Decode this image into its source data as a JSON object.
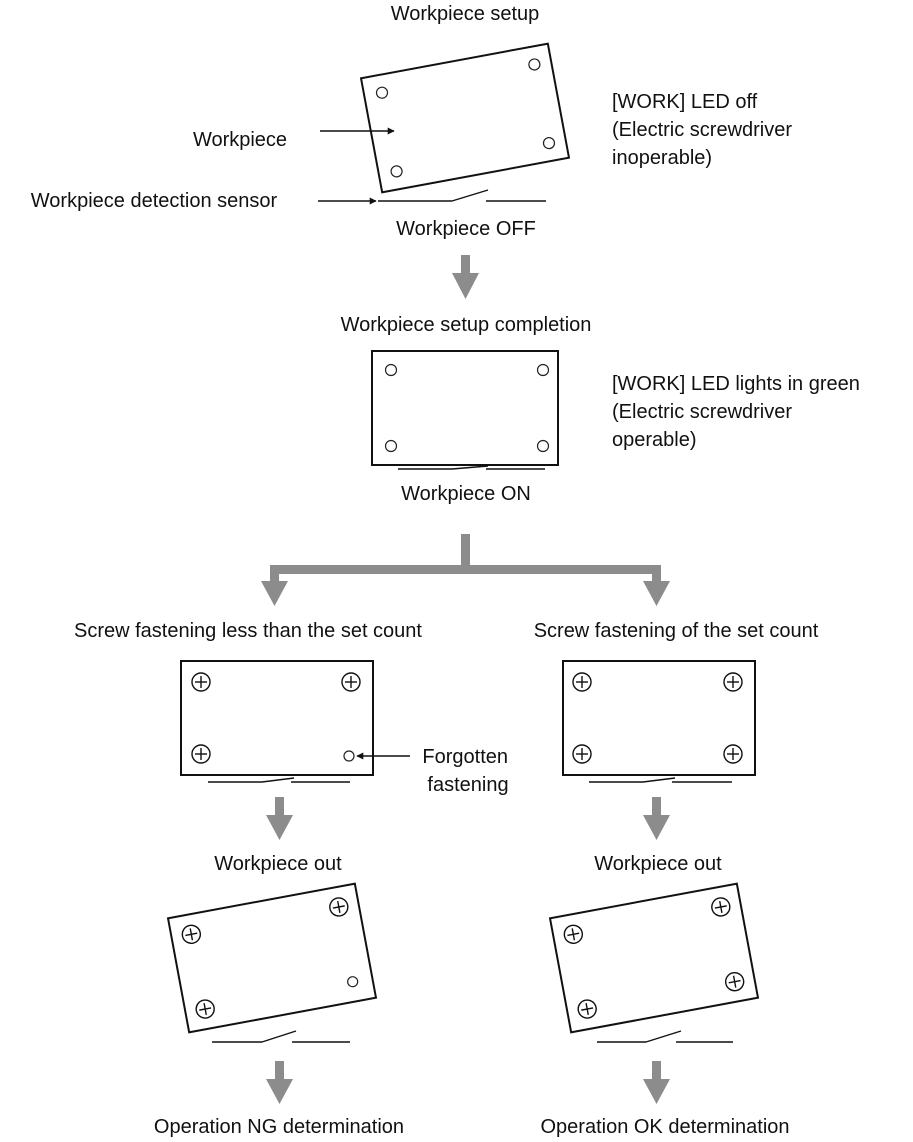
{
  "colors": {
    "flow_arrow": "#8c8c8c",
    "line": "#111111",
    "background": "#ffffff"
  },
  "stages": {
    "setup": {
      "title": "Workpiece setup",
      "workpiece_label": "Workpiece",
      "sensor_label": "Workpiece detection sensor",
      "state": "Workpiece OFF",
      "led_status": [
        "[WORK] LED off",
        "(Electric screwdriver",
        "inoperable)"
      ]
    },
    "setup_complete": {
      "title": "Workpiece setup completion",
      "state": "Workpiece ON",
      "led_status": [
        "[WORK] LED lights in green",
        "(Electric screwdriver",
        "operable)"
      ]
    },
    "left_branch": {
      "title": "Screw fastening less than the set count",
      "missing_label": [
        "Forgotten",
        "fastening"
      ],
      "out_label": "Workpiece out",
      "result": "Operation NG determination"
    },
    "right_branch": {
      "title": "Screw fastening of the set count",
      "out_label": "Workpiece out",
      "result": "Operation OK determination"
    }
  },
  "icons": [
    "hole-icon",
    "screw-icon",
    "arrow-down-icon",
    "switch-icon"
  ]
}
